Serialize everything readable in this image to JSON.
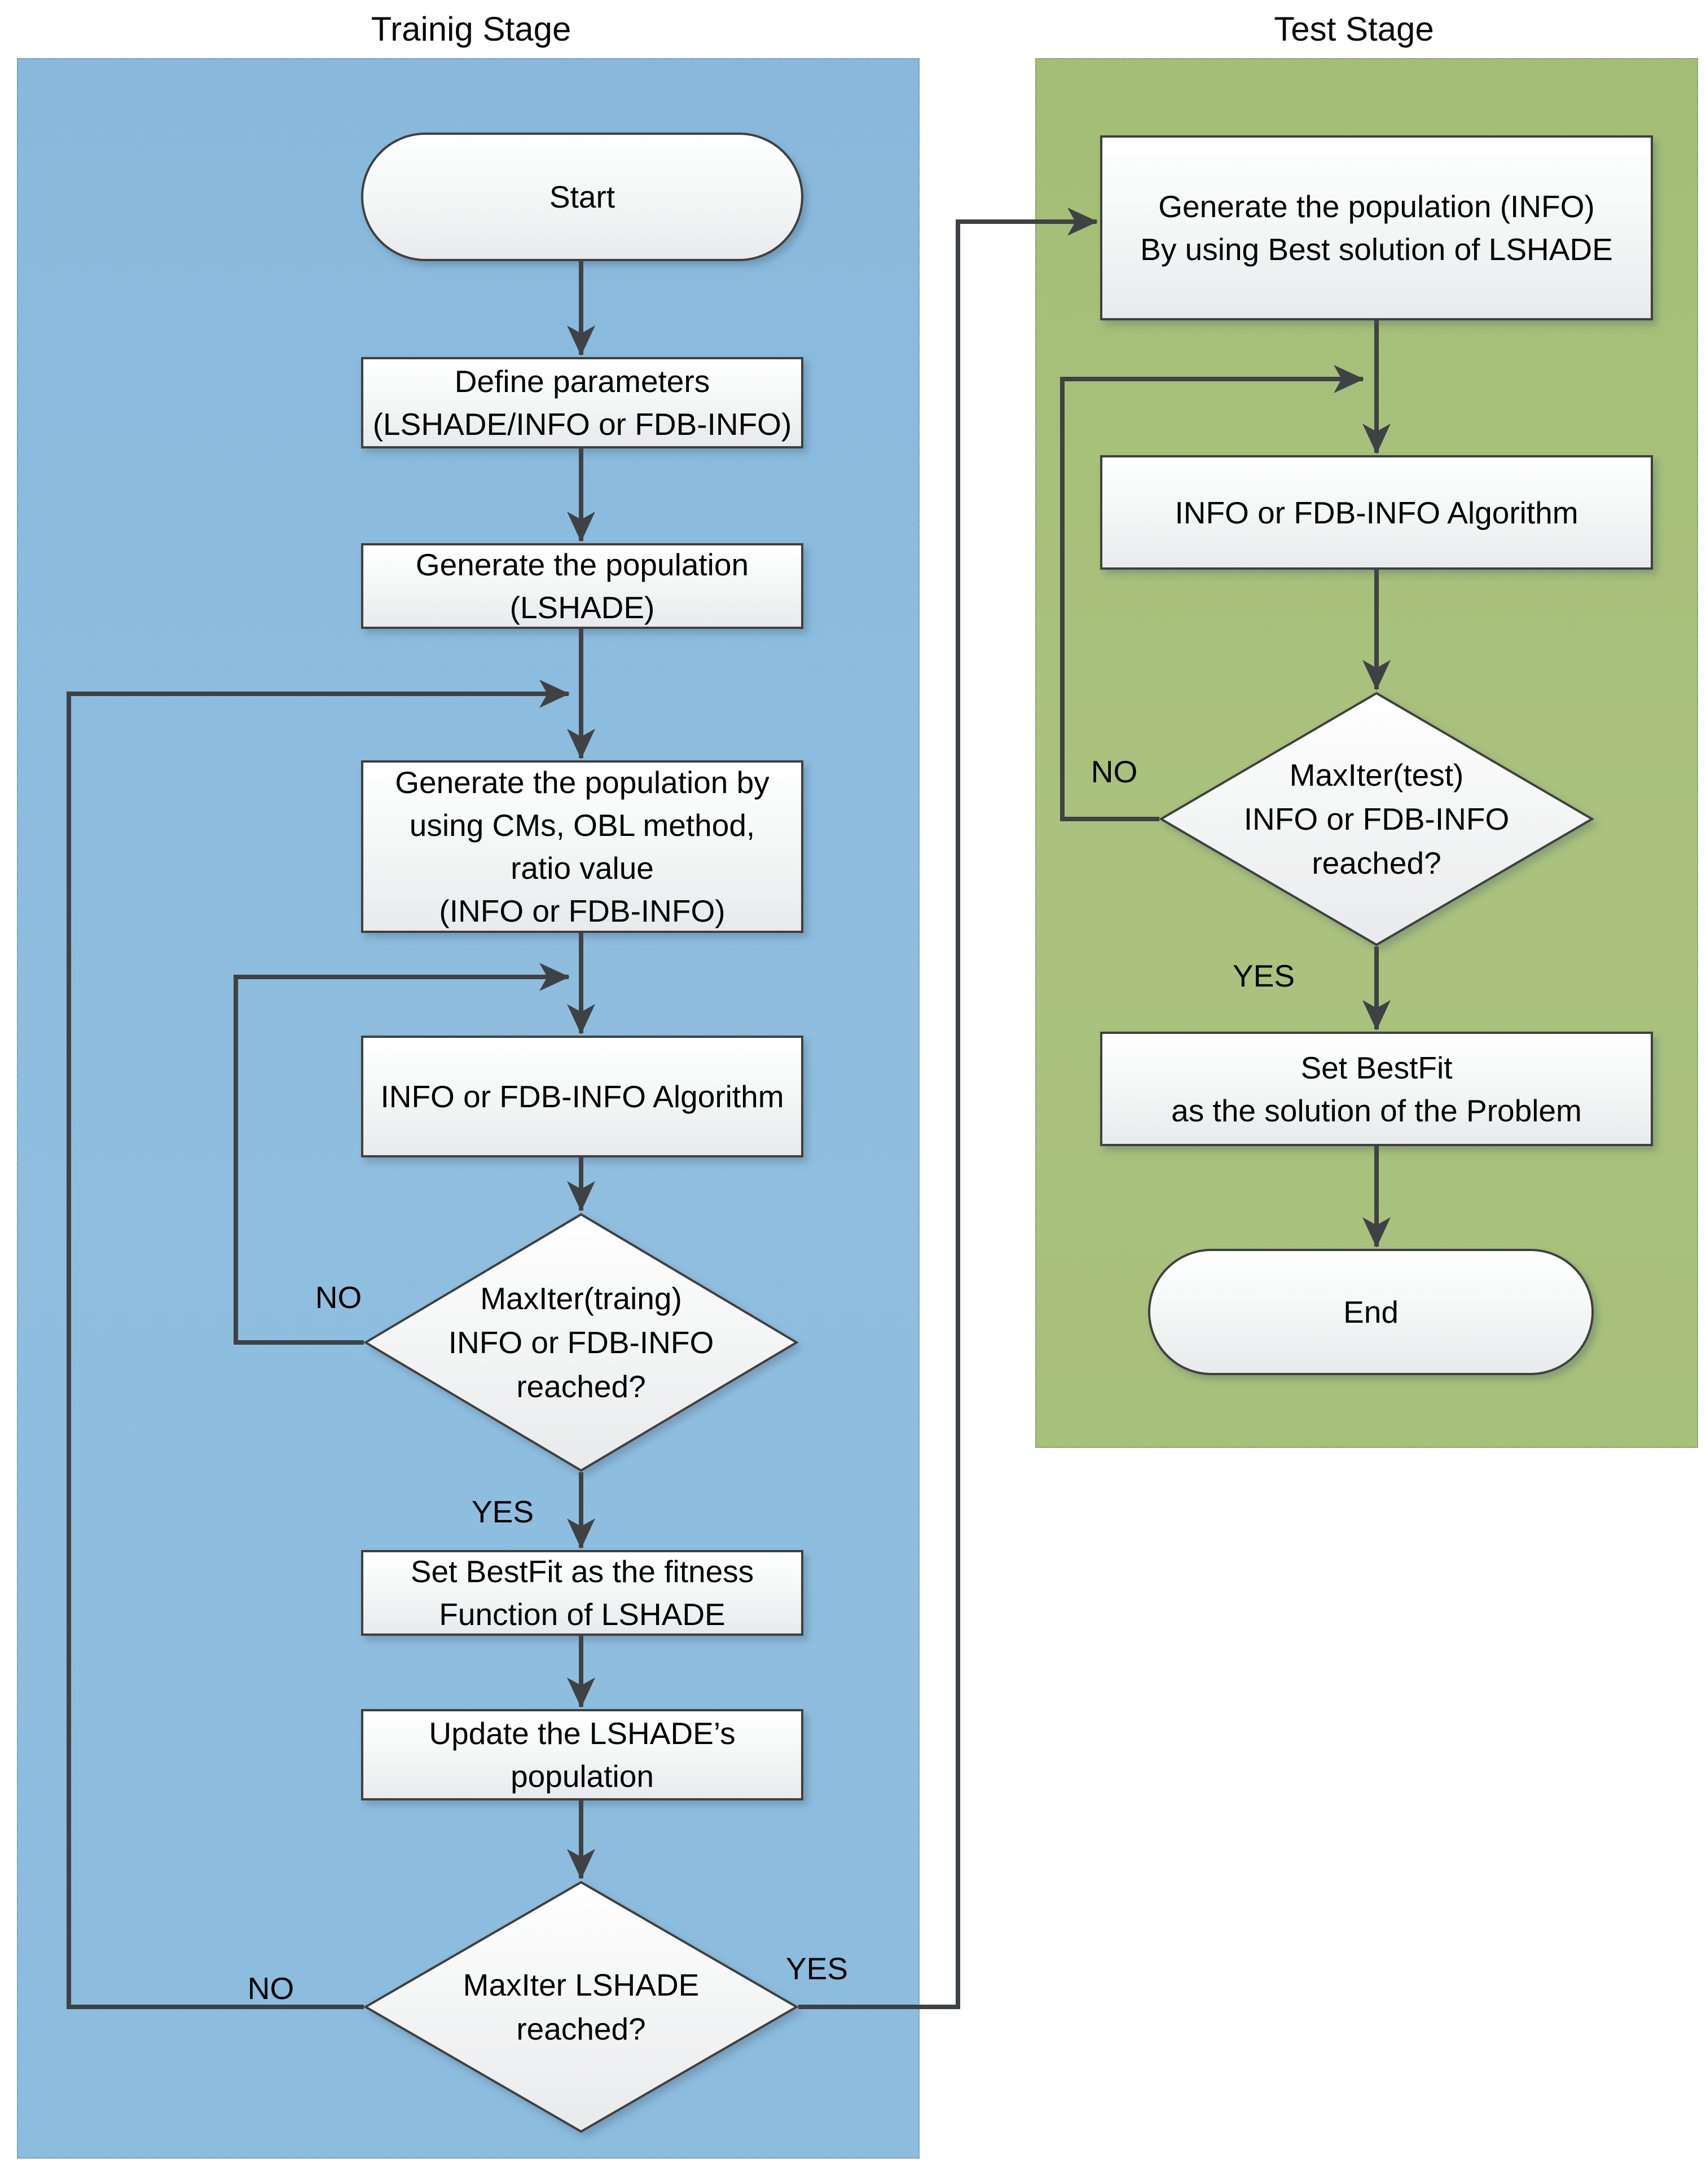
{
  "colors": {
    "training_panel": "#8CBCDE",
    "test_panel": "#A7C07B",
    "shape_border": "#404040",
    "connector": "#3F4245",
    "text_color": "#000000"
  },
  "training": {
    "title": "Trainig Stage",
    "start": "Start",
    "define_line1": "Define parameters",
    "define_line2": "(LSHADE/INFO or FDB-INFO)",
    "genpop_line1": "Generate the population",
    "genpop_line2": "(LSHADE)",
    "genpop2_line1": "Generate the population by",
    "genpop2_line2": "using CMs, OBL method,",
    "genpop2_line3": "ratio value",
    "genpop2_line4": "(INFO or FDB-INFO)",
    "algo": "INFO or FDB-INFO Algorithm",
    "decision1_line1": "MaxIter(traing)",
    "decision1_line2": "INFO or FDB-INFO",
    "decision1_line3": "reached?",
    "decision1_no": "NO",
    "decision1_yes": "YES",
    "bestfit_line1": "Set BestFit as the fitness",
    "bestfit_line2": "Function of LSHADE",
    "update_line1": "Update the LSHADE’s",
    "update_line2": "population",
    "decision2_line1": "MaxIter LSHADE",
    "decision2_line2": "reached?",
    "decision2_no": "NO",
    "decision2_yes": "YES"
  },
  "test": {
    "title": "Test Stage",
    "genpop_line1": "Generate the population (INFO)",
    "genpop_line2": "By using Best solution of LSHADE",
    "algo": "INFO or FDB-INFO Algorithm",
    "decision_line1": "MaxIter(test)",
    "decision_line2": "INFO or FDB-INFO",
    "decision_line3": "reached?",
    "decision_no": "NO",
    "decision_yes": "YES",
    "solution_line1": "Set BestFit",
    "solution_line2": "as the solution of the Problem",
    "end": "End"
  }
}
